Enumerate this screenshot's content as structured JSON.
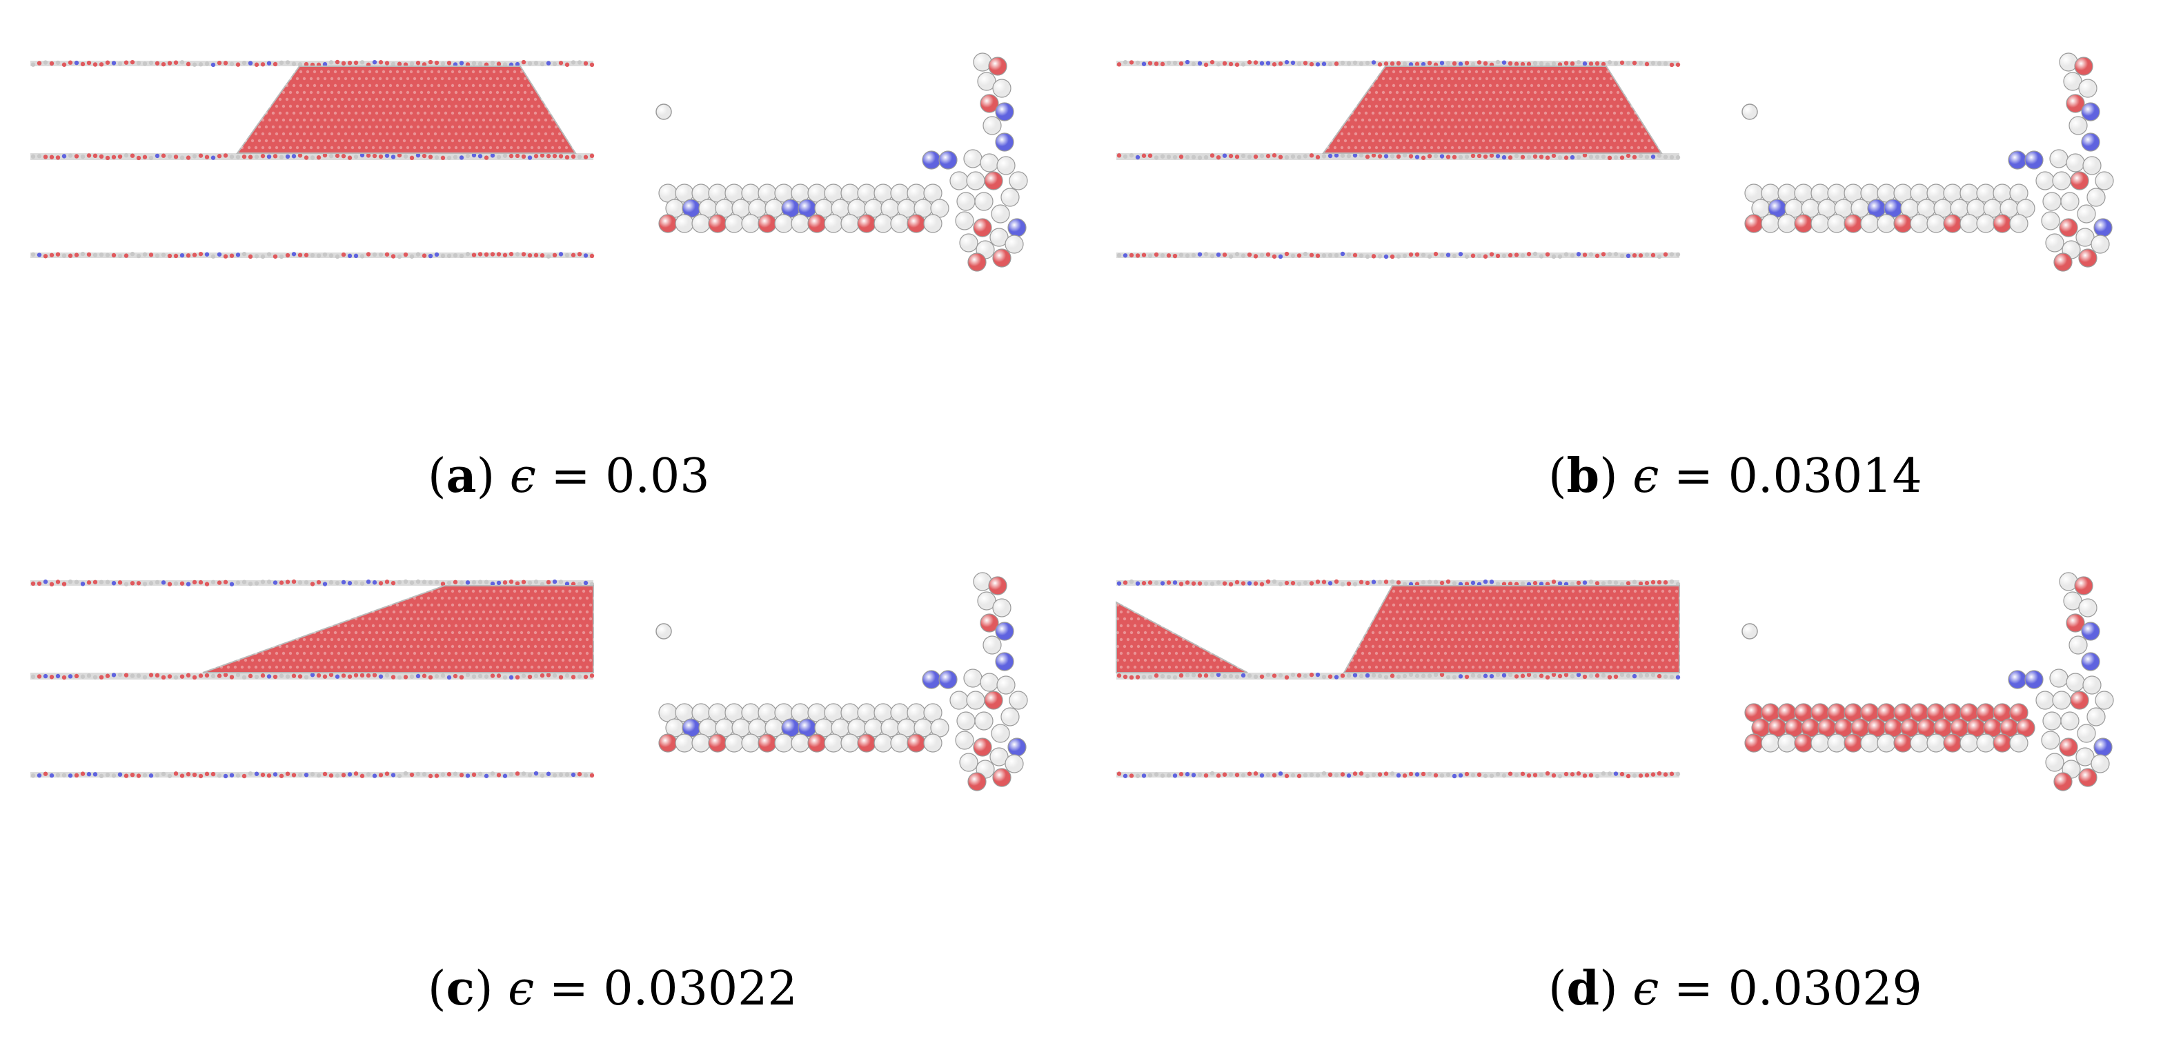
{
  "figure": {
    "panels": [
      {
        "id": "a",
        "label": "a",
        "symbol": "ϵ",
        "equals": "=",
        "value": "0.03",
        "bulk_reaches_right_edge": false,
        "left_wedge": false,
        "slab_red": false
      },
      {
        "id": "b",
        "label": "b",
        "symbol": "ϵ",
        "equals": "=",
        "value": "0.03014",
        "bulk_reaches_right_edge": false,
        "left_wedge": false,
        "slab_red": false
      },
      {
        "id": "c",
        "label": "c",
        "symbol": "ϵ",
        "equals": "=",
        "value": "0.03022",
        "bulk_reaches_right_edge": true,
        "left_wedge": false,
        "slab_red": false
      },
      {
        "id": "d",
        "label": "d",
        "symbol": "ϵ",
        "equals": "=",
        "value": "0.03029",
        "bulk_reaches_right_edge": true,
        "left_wedge": true,
        "slab_red": true
      }
    ],
    "colors": {
      "atom_red": "#e0595d",
      "atom_white": "#e9e9e9",
      "atom_blue": "#5f63df",
      "outline": "#9a9a9a"
    }
  }
}
